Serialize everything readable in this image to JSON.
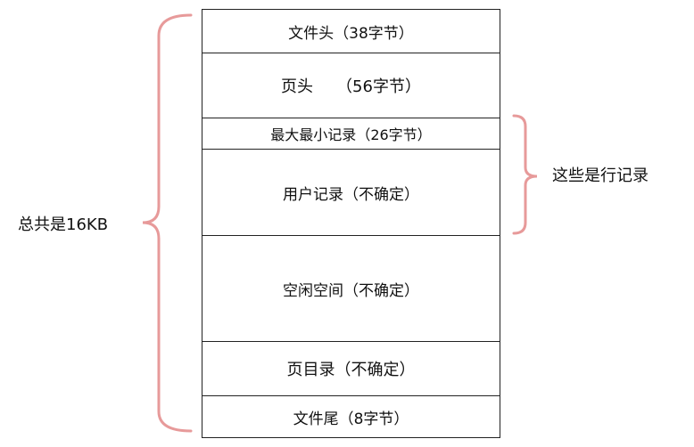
{
  "page_structure": {
    "segments": [
      {
        "name": "文件头",
        "size": "（38字节）"
      },
      {
        "name": "页头",
        "size": "（56字节）"
      },
      {
        "name": "最大最小记录",
        "size": "（26字节）"
      },
      {
        "name": "用户记录",
        "size": "（不确定）"
      },
      {
        "name": "空闲空间",
        "size": "（不确定）"
      },
      {
        "name": "页目录",
        "size": "（不确定）"
      },
      {
        "name": "文件尾",
        "size": "（8字节）"
      }
    ]
  },
  "annotations": {
    "total": "总共是16KB",
    "row_records": "这些是行记录"
  },
  "colors": {
    "brace": "#e79a9a",
    "border": "#222222"
  }
}
